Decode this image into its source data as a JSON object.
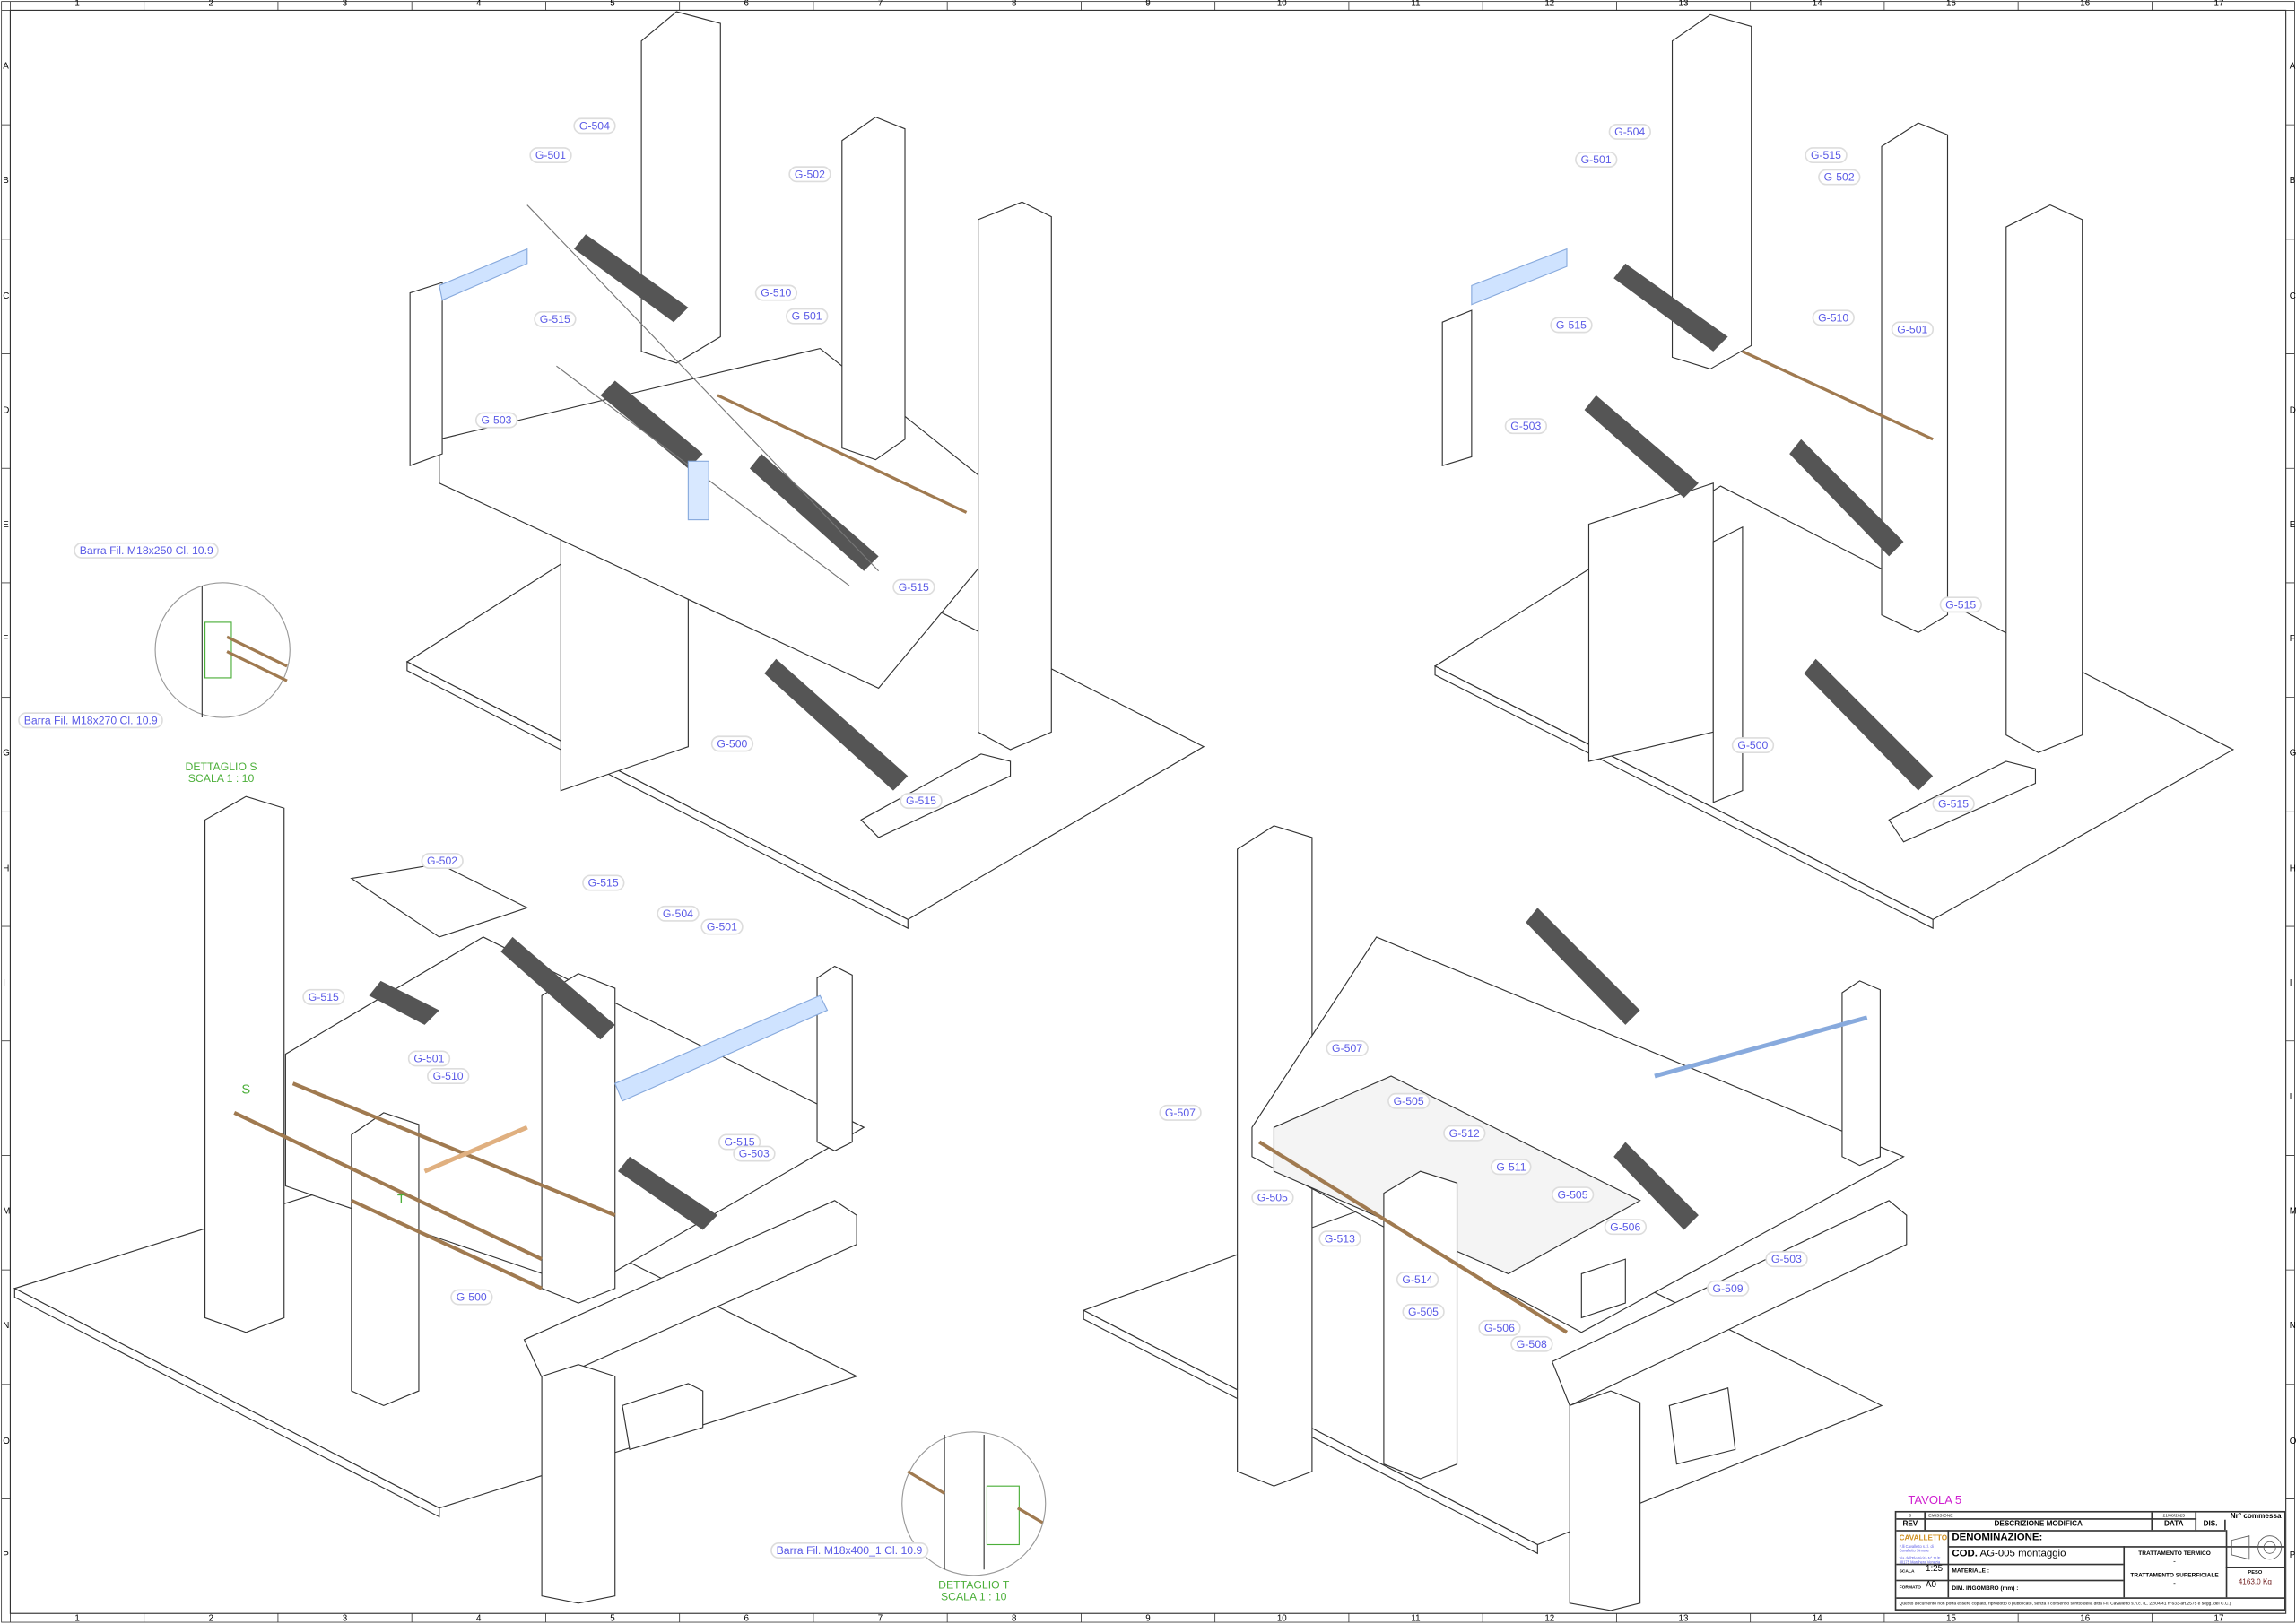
{
  "sheet": {
    "columns": [
      "1",
      "2",
      "3",
      "4",
      "5",
      "6",
      "7",
      "8",
      "9",
      "10",
      "11",
      "12",
      "13",
      "14",
      "15",
      "16",
      "17"
    ],
    "rows": [
      "A",
      "B",
      "C",
      "D",
      "E",
      "F",
      "G",
      "H",
      "I",
      "L",
      "M",
      "N",
      "O",
      "P"
    ]
  },
  "views": {
    "top_left": [
      "G-504",
      "G-501",
      "G-502",
      "G-510",
      "G-501",
      "G-515",
      "G-503",
      "G-515",
      "G-500",
      "G-515"
    ],
    "top_right": [
      "G-504",
      "G-501",
      "G-515",
      "G-502",
      "G-510",
      "G-501",
      "G-515",
      "G-503",
      "G-515",
      "G-500",
      "G-515"
    ],
    "bottom_left": [
      "G-502",
      "G-515",
      "G-504",
      "G-501",
      "G-515",
      "G-501",
      "G-510",
      "G-515",
      "G-503",
      "G-500"
    ],
    "bottom_left_markers": [
      "S",
      "T"
    ],
    "bottom_right": [
      "G-507",
      "G-505",
      "G-507",
      "G-512",
      "G-511",
      "G-505",
      "G-505",
      "G-506",
      "G-513",
      "G-503",
      "G-509",
      "G-514",
      "G-505",
      "G-506",
      "G-508"
    ]
  },
  "details": {
    "s": {
      "labels": [
        "Barra Fil. M18x250 Cl. 10.9",
        "Barra Fil. M18x270 Cl. 10.9"
      ],
      "title": "DETTAGLIO S",
      "scale": "SCALA 1 : 10"
    },
    "t": {
      "labels": [
        "Barra Fil. M18x400_1 Cl. 10.9"
      ],
      "title": "DETTAGLIO T",
      "scale": "SCALA 1 : 10"
    }
  },
  "title_block": {
    "tavola": "TAVOLA 5",
    "rev_value": "0",
    "rev_desc": "EMISSIONE",
    "rev_date": "21/08/2025",
    "rev": "REV",
    "descrizione": "DESCRIZIONE MODIFICA",
    "data": "DATA",
    "dis": "DIS.",
    "commessa": "Nr° commessa",
    "logo": "CAVALLETTO",
    "company": "F.lli Cavalletto s.r.l. di Cavalletto Simone",
    "address": "Via dell'Elettricità N° 11/E 30175 Marghera Venezia",
    "denominazione": "DENOMINAZIONE:",
    "cod_label": "COD.",
    "cod_value": "AG-005 montaggio",
    "trattamento_termico": "TRATTAMENTO TERMICO",
    "tt_value": "-",
    "materiale": "MATERIALE :",
    "trattamento_superficiale": "TRATTAMENTO SUPERFICIALE",
    "ts_value": "-",
    "scala_label": "SCALA",
    "scala": "1:25",
    "formato_label": "FORMATO",
    "formato": "A0",
    "dim": "DIM. INGOMBRO (mm) :",
    "peso_label": "PESO",
    "peso": "4163.0 Kg",
    "disclaimer": "Questo documento non potrà essere copiato, riprodotto o pubblicato, senza il consenso scritto della ditta Fll. Cavalletto s.n.c. (L. 22/04/41 n°633-art.2575 e segg. del C.C.)"
  }
}
